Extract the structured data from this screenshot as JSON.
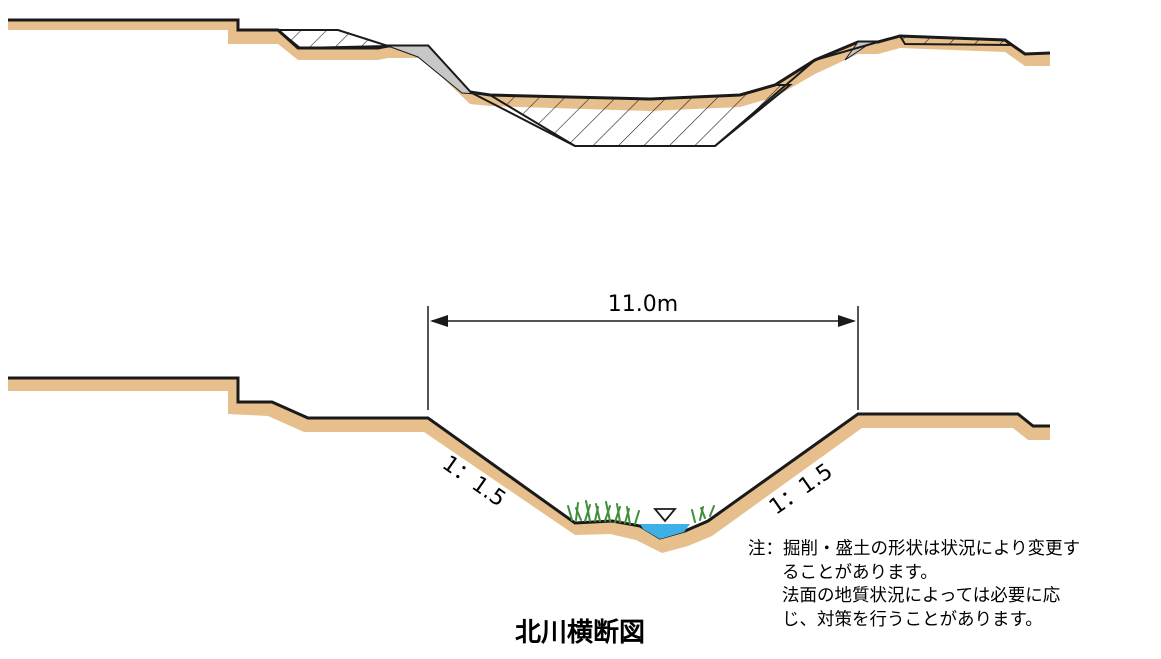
{
  "diagram": {
    "title": "北川横断図",
    "dimension_label": "11.0m",
    "slope_left": "1：1.5",
    "slope_right": "1：1.5",
    "note": {
      "line1": "注：掘削・盛土の形状は状況により変更す",
      "line2": "ることがあります。",
      "line3": "法面の地質状況によっては必要に応",
      "line4": "じ、対策を行うことがあります。"
    },
    "colors": {
      "soil": "#e6bf8c",
      "fill_gray": "#c7c7c7",
      "water": "#3fb0e6",
      "grass": "#3f8f3a",
      "line": "#1a1a1a"
    }
  }
}
